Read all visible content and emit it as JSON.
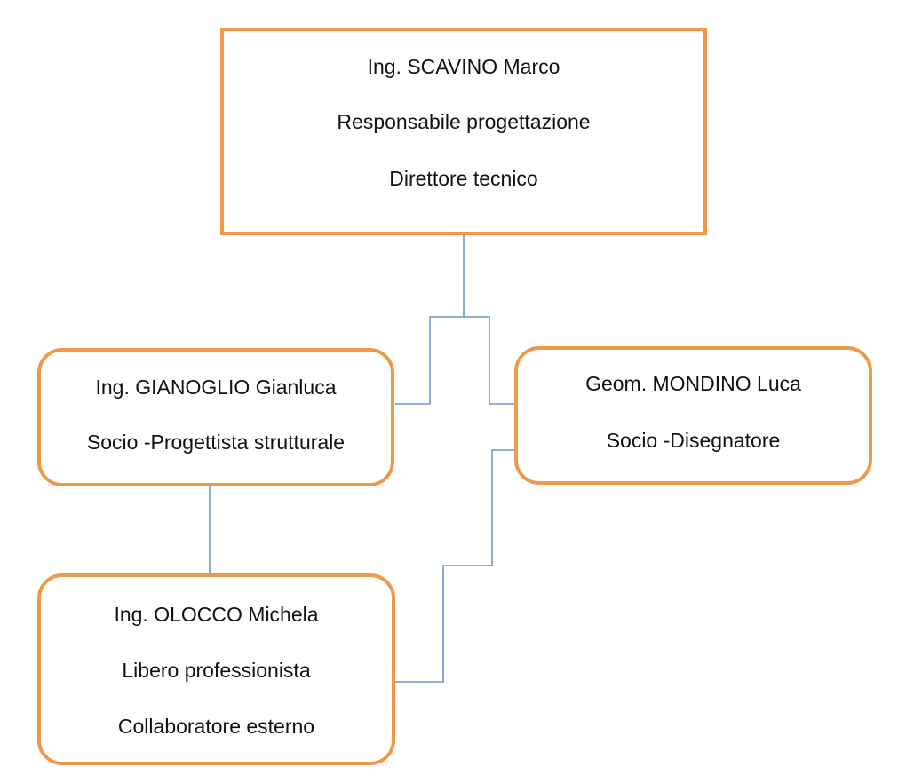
{
  "nodes": {
    "director": {
      "name": "Ing. SCAVINO Marco",
      "role": "Responsabile progettazione",
      "title": "Direttore tecnico"
    },
    "gianoglio": {
      "name": "Ing. GIANOGLIO Gianluca",
      "role": "Socio -Progettista strutturale"
    },
    "mondino": {
      "name": "Geom. MONDINO Luca",
      "role": "Socio -Disegnatore"
    },
    "olocco": {
      "name": "Ing. OLOCCO Michela",
      "role": "Libero professionista",
      "title": "Collaboratore esterno"
    }
  },
  "colors": {
    "box_border": "#f0984a",
    "connector": "#4f7fc0"
  }
}
